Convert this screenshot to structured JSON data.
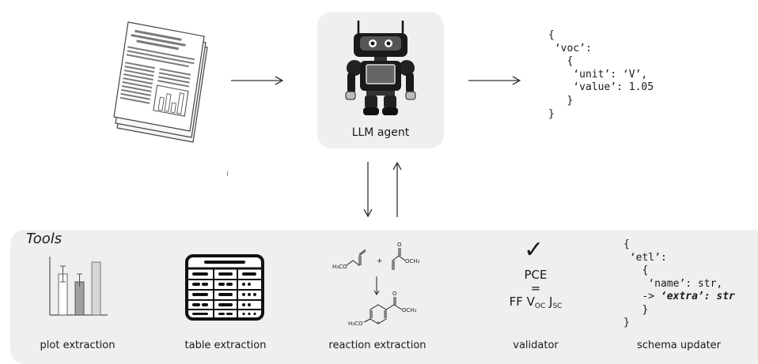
{
  "agent": {
    "label": "LLM agent"
  },
  "output_json": {
    "line1": "{",
    "line2": " ‘voc’:",
    "line3": "   {",
    "line4": "    ‘unit’: ‘V’,",
    "line5": "    ‘value’: 1.05",
    "line6": "   }",
    "line7": "}"
  },
  "tools": {
    "title": "Tools",
    "plot_label": "plot extraction",
    "table_label": "table extraction",
    "reaction_label": "reaction extraction",
    "validator_label": "validator",
    "schema_label": "schema updater",
    "validator": {
      "check": "✓",
      "line1": "PCE",
      "line2": "=",
      "ff": "FF V",
      "voc_sub": "OC",
      "j": " J",
      "jsc_sub": "SC"
    },
    "reaction": {
      "reagent1": "H₃CO",
      "plus": "+",
      "reagent2": "OCH₃",
      "o1": "O",
      "product_left": "H₃CO",
      "product_right": "OCH₃",
      "o2": "O"
    },
    "schema_json": {
      "line1": "{",
      "line2": " ‘etl’:",
      "line3": "   {",
      "line4": "    ‘name’: str,",
      "line5_prefix": "   -> ",
      "line5_extra": "‘extra’: str",
      "line6": "   }",
      "line7": "}"
    }
  },
  "colors": {
    "panel": "#efefef",
    "ink": "#1a1a1a",
    "arrow": "#333333"
  },
  "icons": {
    "document": "document-stack-icon",
    "robot": "robot-icon",
    "bar_chart": "bar-chart-icon",
    "table": "table-icon",
    "checkmark": "checkmark-icon"
  }
}
